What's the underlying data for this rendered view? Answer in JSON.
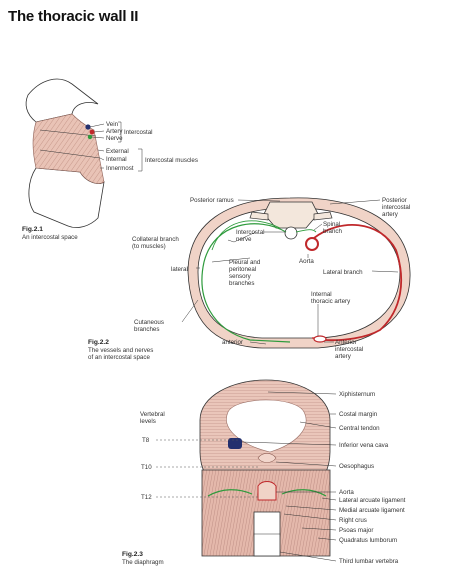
{
  "page": {
    "title": "The thoracic wall II"
  },
  "fig1": {
    "caption_num": "Fig.2.1",
    "caption_text": "An intercostal space",
    "labels": {
      "vein": "Vein",
      "artery": "Artery",
      "nerve": "Nerve",
      "intercostal": "Intercostal",
      "external": "External",
      "internal": "Internal",
      "innermost": "Innermost",
      "muscles": "Intercostal muscles"
    }
  },
  "fig2": {
    "caption_num": "Fig.2.2",
    "caption_line1": "The vessels and nerves",
    "caption_line2": "of an intercostal space",
    "labels": {
      "posterior_ramus": "Posterior ramus",
      "posterior_ic_artery_1": "Posterior",
      "posterior_ic_artery_2": "intercostal",
      "posterior_ic_artery_3": "artery",
      "collateral_1": "Collateral branch",
      "collateral_2": "(to muscles)",
      "ic_nerve_1": "Intercostal",
      "ic_nerve_2": "nerve",
      "spinal_1": "Spinal",
      "spinal_2": "branch",
      "aorta": "Aorta",
      "lateral": "lateral",
      "pleural_1": "Pleural and",
      "pleural_2": "peritoneal",
      "pleural_3": "sensory",
      "pleural_4": "branches",
      "lateral_branch": "Lateral branch",
      "internal_thoracic_1": "Internal",
      "internal_thoracic_2": "thoracic artery",
      "cutaneous_1": "Cutaneous",
      "cutaneous_2": "branches",
      "anterior": "anterior",
      "anterior_ic_1": "Anterior",
      "anterior_ic_2": "intercostal",
      "anterior_ic_3": "artery"
    }
  },
  "fig3": {
    "caption_num": "Fig.2.3",
    "caption_text": "The diaphragm",
    "labels": {
      "vertebral_1": "Vertebral",
      "vertebral_2": "levels",
      "t8": "T8",
      "t10": "T10",
      "t12": "T12",
      "xiphisternum": "Xiphisternum",
      "costal_margin": "Costal margin",
      "central_tendon": "Central tendon",
      "ivc": "Inferior vena cava",
      "oesophagus": "Oesophagus",
      "aorta": "Aorta",
      "lateral_arcuate": "Lateral arcuate ligament",
      "medial_arcuate": "Medial arcuate ligament",
      "right_crus": "Right crus",
      "psoas": "Psoas major",
      "quadratus": "Quadratus lumborum",
      "third_lumbar": "Third lumbar vertebra"
    }
  },
  "colors": {
    "muscle": "#e9c3b6",
    "muscle_line": "#b98578",
    "artery": "#c0282b",
    "nerve": "#2e9b3c",
    "vein": "#24306e",
    "bone": "#f3e7dc"
  }
}
